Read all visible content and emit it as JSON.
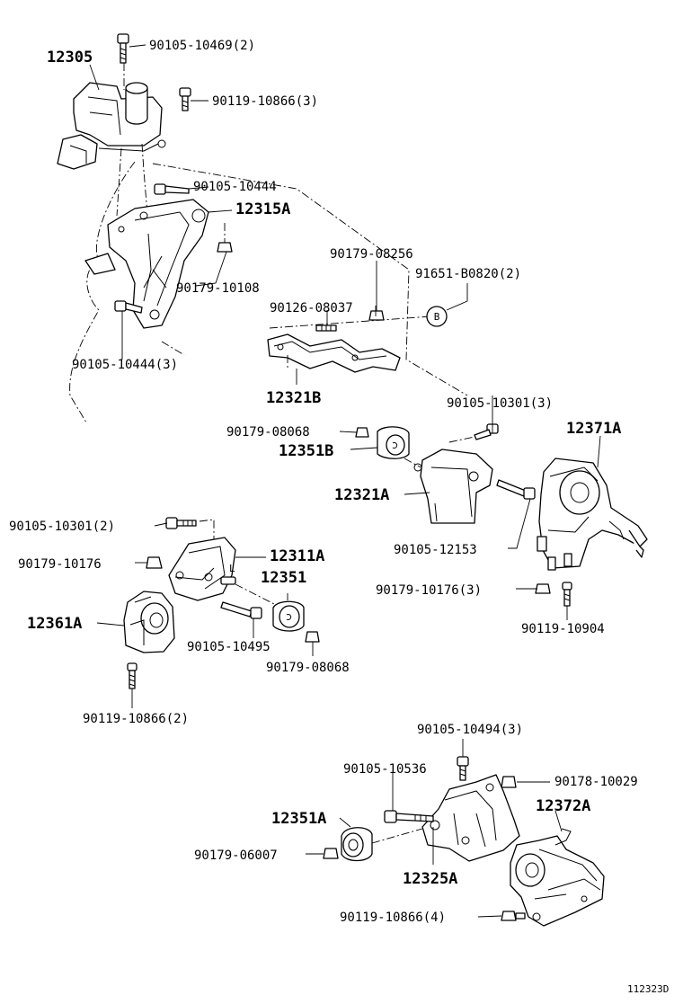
{
  "labels": {
    "p12305": "12305",
    "p90105_10469": "90105-10469(2)",
    "p90119_10866_3": "90119-10866(3)",
    "p90105_10444": "90105-10444",
    "p12315A": "12315A",
    "p90179_10108": "90179-10108",
    "p90105_10444_3": "90105-10444(3)",
    "p90179_08256": "90179-08256",
    "p91651_B0820": "91651-B0820(2)",
    "p90126_08037": "90126-08037",
    "markerB": "B",
    "p12321B": "12321B",
    "p90105_10301_3": "90105-10301(3)",
    "p12371A": "12371A",
    "p90179_08068_a": "90179-08068",
    "p12351B": "12351B",
    "p12321A": "12321A",
    "p90105_12153": "90105-12153",
    "p90105_10301_2": "90105-10301(2)",
    "p12311A": "12311A",
    "p90179_10176_a": "90179-10176",
    "p12351": "12351",
    "p12361A": "12361A",
    "p90105_10495": "90105-10495",
    "p90179_08068_b": "90179-08068",
    "p90179_10176_3": "90179-10176(3)",
    "p90119_10904": "90119-10904",
    "p90119_10866_2": "90119-10866(2)",
    "p90105_10494": "90105-10494(3)",
    "p90105_10536": "90105-10536",
    "p90178_10029": "90178-10029",
    "p12372A": "12372A",
    "p12351A": "12351A",
    "p90179_06007": "90179-06007",
    "p12325A": "12325A",
    "p90119_10866_4": "90119-10866(4)",
    "drawing_ref": "112323D"
  }
}
